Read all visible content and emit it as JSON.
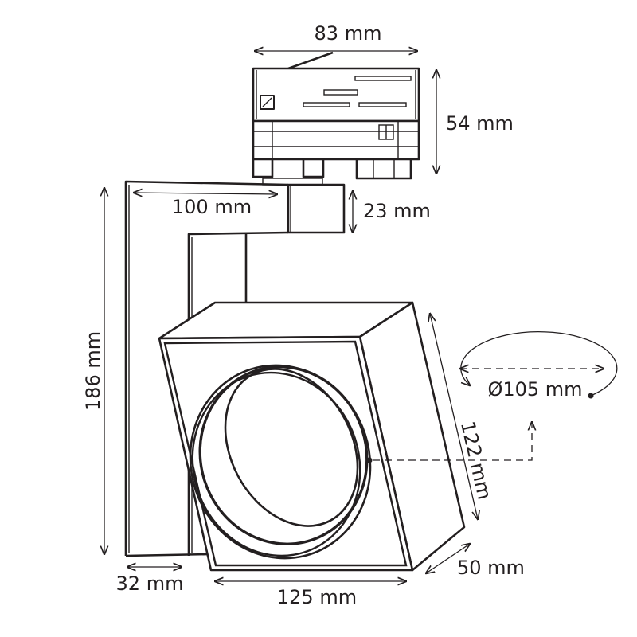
{
  "title": "Track spotlight dimensions",
  "dimensions": {
    "adapter_width": "83 mm",
    "adapter_height": "54 mm",
    "arm_length": "100 mm",
    "connector_height": "23 mm",
    "total_height": "186 mm",
    "bracket_depth": "32 mm",
    "head_width": "125 mm",
    "head_height": "122 mm",
    "head_depth": "50 mm",
    "lens_diameter": "Ø105 mm"
  },
  "colors": {
    "line": "#231f20",
    "background": "#ffffff"
  }
}
